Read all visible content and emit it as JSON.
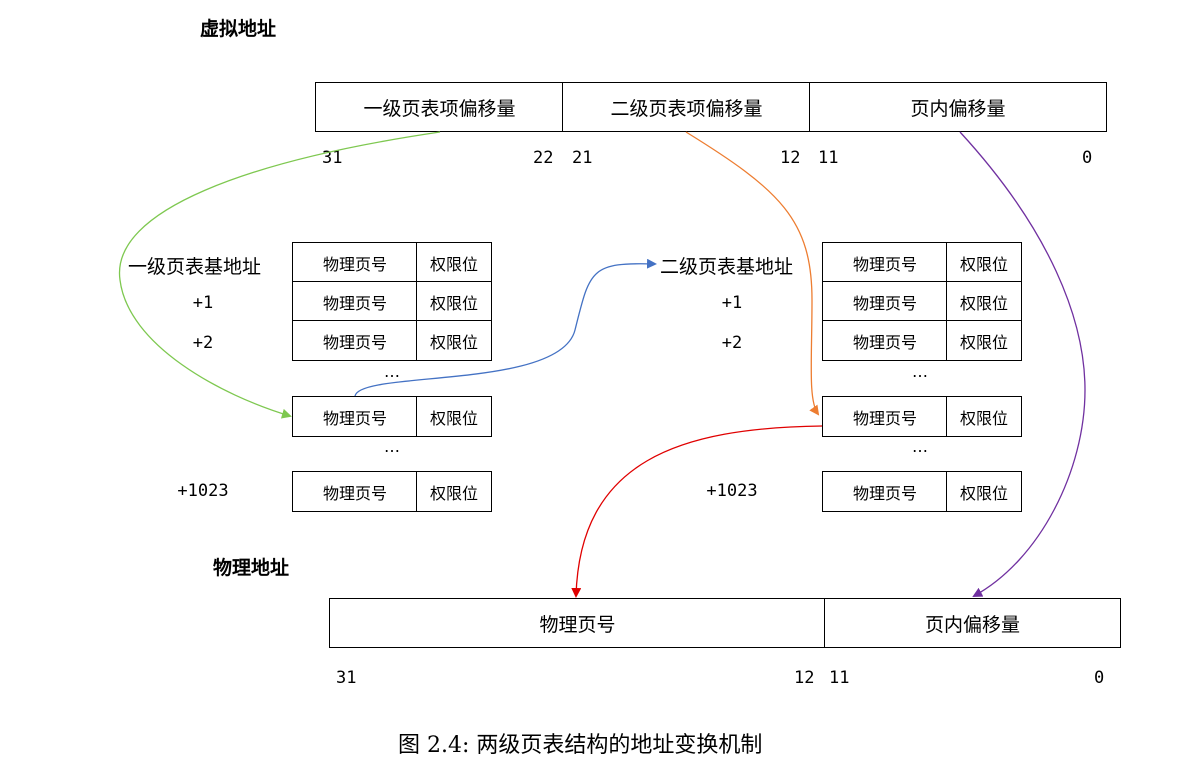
{
  "virtual_address": {
    "title": "虚拟地址",
    "fields": [
      "一级页表项偏移量",
      "二级页表项偏移量",
      "页内偏移量"
    ],
    "bits": [
      "31",
      "22",
      "21",
      "12",
      "11",
      "0"
    ]
  },
  "level1_table": {
    "base_label": "一级页表基地址",
    "offsets": [
      "+1",
      "+2",
      "+1023"
    ],
    "ellipsis": "…",
    "cols": [
      "物理页号",
      "权限位"
    ]
  },
  "level2_table": {
    "base_label": "二级页表基地址",
    "offsets": [
      "+1",
      "+2",
      "+1023"
    ],
    "ellipsis": "…",
    "cols": [
      "物理页号",
      "权限位"
    ]
  },
  "physical_address": {
    "title": "物理地址",
    "fields": [
      "物理页号",
      "页内偏移量"
    ],
    "bits": [
      "31",
      "12",
      "11",
      "0"
    ]
  },
  "caption": "图 2.4: 两级页表结构的地址变换机制",
  "colors": {
    "l1_arrow": "#7ec850",
    "l2_base_arrow": "#4472c4",
    "l2_arrow": "#ed7d31",
    "ppn_arrow": "#e00000",
    "offset_arrow": "#7030a0"
  }
}
